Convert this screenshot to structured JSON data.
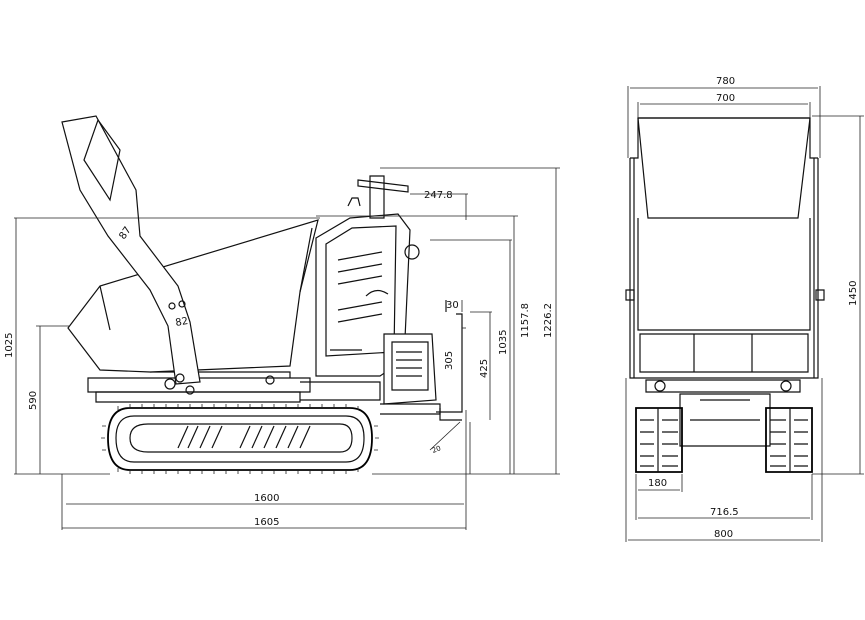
{
  "side_view": {
    "dims": {
      "overall_length": "1605",
      "track_length": "1600",
      "overall_height_raised": "1226.2",
      "height_handle": "1157.8",
      "height_body": "1035",
      "height_skip": "1025",
      "height_skip_lip": "590",
      "platform_height": "425",
      "platform_upper": "305",
      "platform_depth": "30",
      "handle_offset": "247.8",
      "angle_tip": "87",
      "angle_pivot": "82",
      "ground_clearance": "20"
    }
  },
  "front_view": {
    "dims": {
      "top_width_outer": "780",
      "top_width_inner": "700",
      "overall_height": "1450",
      "track_width": "180",
      "track_gauge": "716.5",
      "overall_width": "800"
    }
  }
}
